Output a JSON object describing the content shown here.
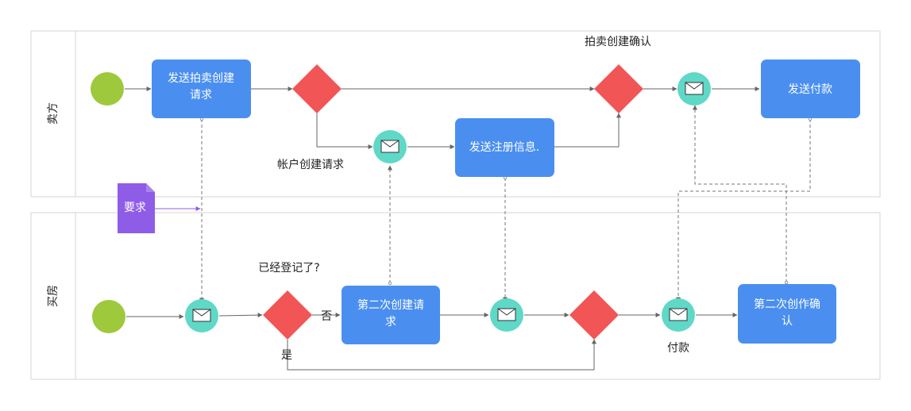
{
  "pools": {
    "seller": {
      "label": "卖方"
    },
    "buyer": {
      "label": "买房"
    }
  },
  "tasks": {
    "send_auction_create_request": {
      "line1": "发送拍卖创建",
      "line2": "请求"
    },
    "send_registration_info": {
      "line1": "发送注册信息."
    },
    "send_payment": {
      "line1": "发送付款"
    },
    "second_create_request": {
      "line1": "第二次创建请",
      "line2": "求"
    },
    "second_create_confirm": {
      "line1": "第二次创作确",
      "line2": "认"
    }
  },
  "data_object": {
    "label": "要求"
  },
  "annotations": {
    "auction_create_confirm": "拍卖创建确认",
    "account_create_request": "帐户创建请求",
    "already_registered": "已经登记了?",
    "no": "否",
    "yes": "是",
    "payment": "付款"
  },
  "colors": {
    "task_fill": "#4a8ff0",
    "gateway_fill": "#f25555",
    "start_event_fill": "#9ec93c",
    "message_event_fill": "#5fd8c7",
    "data_object_fill": "#8f5ce8",
    "pool_border": "#d6d6d6",
    "flow_line": "#666666",
    "message_flow_line": "#777777"
  }
}
